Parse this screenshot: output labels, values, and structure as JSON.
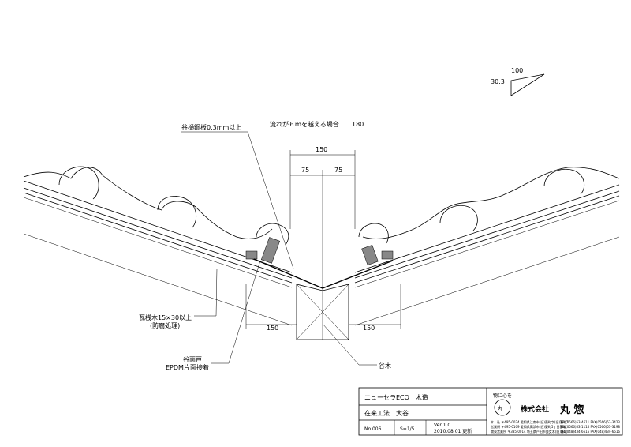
{
  "slope": {
    "run": "100",
    "rise": "30.3"
  },
  "notes": {
    "flow_condition": "流れが６ｍを越える場合",
    "flow_value": "180",
    "valley_sheet": "谷樋鋼板0.3mm以上",
    "batten": "瓦桟木15×30以上",
    "batten_note": "(防腐処理)",
    "valley_seal": "谷面戸",
    "valley_seal_note": "EPDM片面接着",
    "valley_board": "谷木"
  },
  "dimensions": {
    "top_total": "150",
    "top_left": "75",
    "top_right": "75",
    "bottom_left": "150",
    "bottom_right": "150"
  },
  "title_block": {
    "title": "ニューセラECO　木造",
    "subtitle": "在来工法　大谷",
    "number": "No.006",
    "scale": "S=1/5",
    "version": "Ver 1.0",
    "date": "2010.08.01 更新",
    "slogan": "物に心を",
    "company": "株式会社",
    "company_name": "丸 惣",
    "address_lines": [
      "本　社 〒495-0024 愛知県江南市(旧)東町字(旧)番地1",
      "営業所 〒495-0109 愛知県高浜市(旧)東町5丁目番地",
      "関東営業所 〒335-0014 埼玉県戸田市美女木(旧)番地"
    ],
    "tel_lines": [
      "TEL(0566)53-4611 FAX(0566)53-3423",
      "TEL(0566)53-1115 FAX(0566)53-3198",
      "TEL(048)434-6615 FAX(048)434-6616"
    ]
  }
}
